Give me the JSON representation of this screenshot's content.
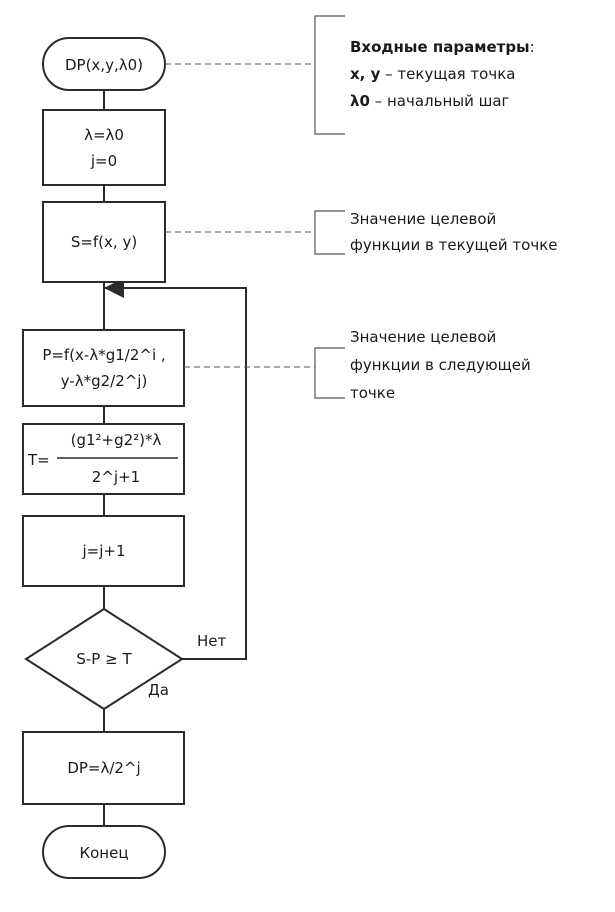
{
  "flowchart": {
    "start": "DP(x,y,λ0)",
    "init": [
      "λ=λ0",
      "j=0"
    ],
    "s_calc": "S=f(x, y)",
    "p_calc": [
      "P=f(x-λ*g1/2^i ,",
      "y-λ*g2/2^j)"
    ],
    "t_prefix": "T=",
    "t_numerator": "(g1²+g2²)*λ",
    "t_denominator": "2^j+1",
    "j_inc": "j=j+1",
    "decision": "S-P ≥ T",
    "no_label": "Нет",
    "yes_label": "Да",
    "result": "DP=λ/2^j",
    "end": "Конец"
  },
  "annotations": {
    "inputs": {
      "title": "Входные параметры",
      "title_suffix": ":",
      "line1_bold": "x, y",
      "line1_rest": " – текущая точка",
      "line2_bold": "λ0",
      "line2_rest": " – начальный шаг"
    },
    "current": [
      "Значение целевой",
      "функции в текущей точке"
    ],
    "next": [
      "Значение целевой",
      "функции в следующей",
      "точке"
    ]
  }
}
